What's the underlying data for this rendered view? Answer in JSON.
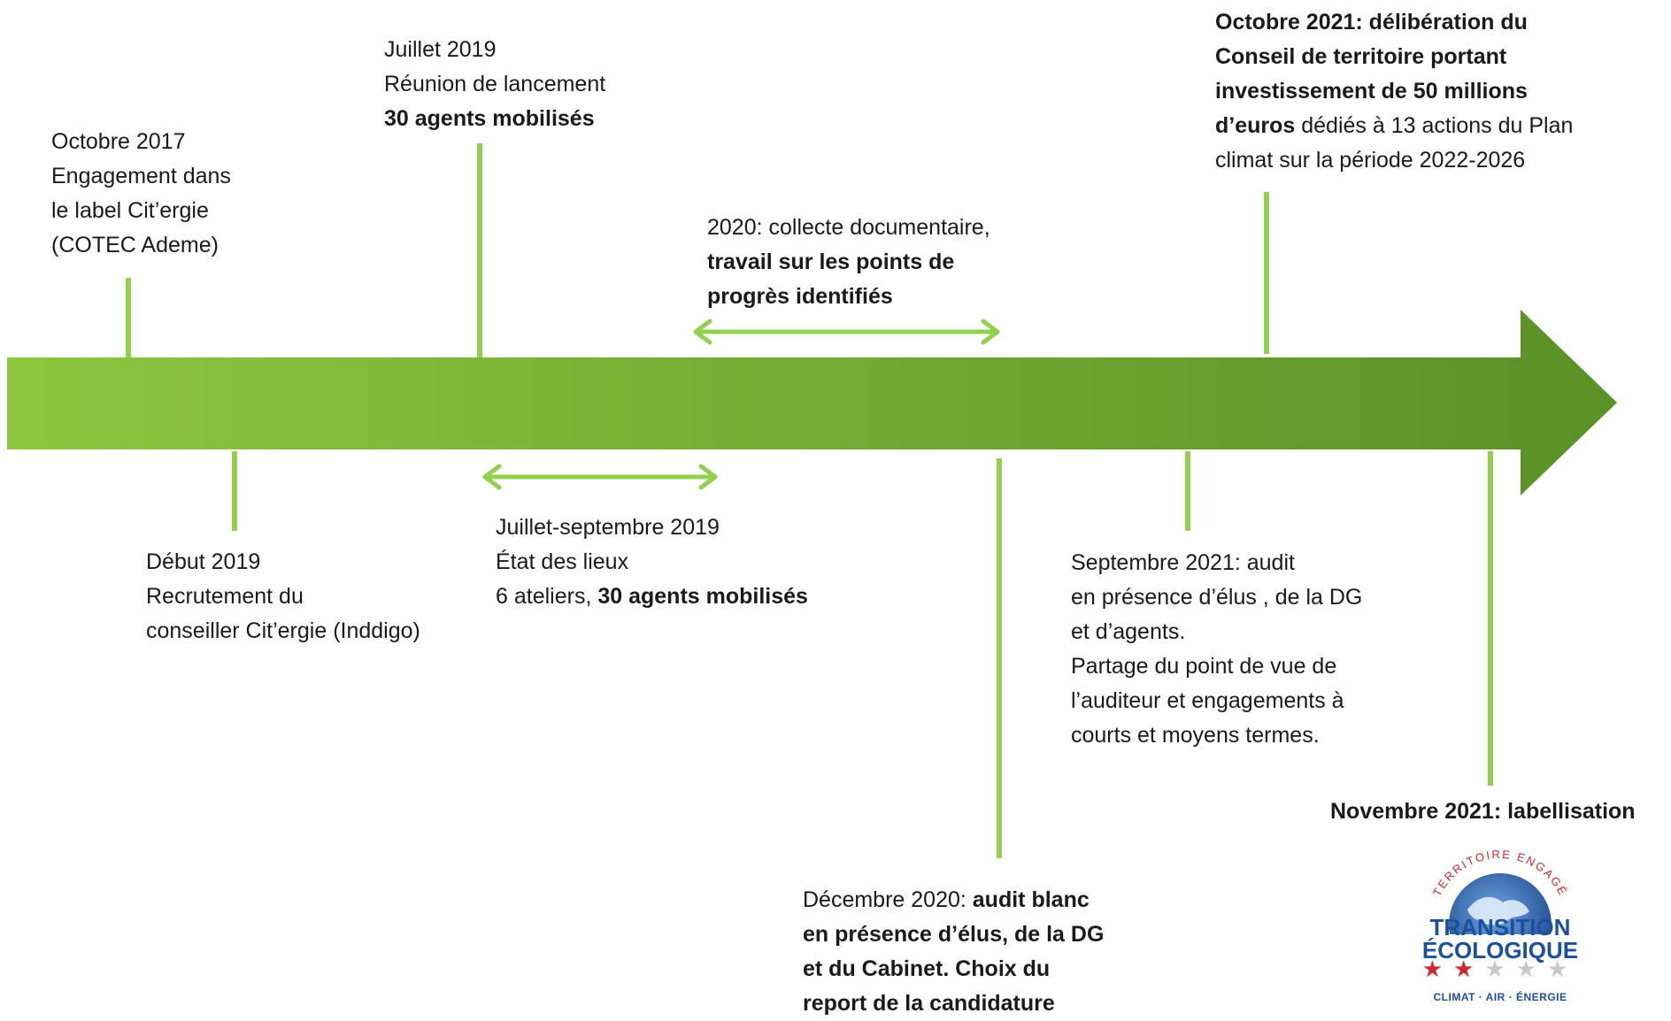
{
  "colors": {
    "arrow_light": "#8dc63f",
    "arrow_dark": "#5a9128",
    "tick": "#92d050",
    "logo_blue": "#1c4f9c",
    "star_red": "#d22630",
    "star_grey": "#c8c8c8"
  },
  "events": {
    "oct2017": {
      "date": "Octobre 2017",
      "line2": "Engagement dans",
      "line3": "le label Cit’ergie",
      "line4": "(COTEC Ademe)"
    },
    "debut2019": {
      "date": "Début 2019",
      "line2": "Recrutement du",
      "line3": "conseiller Cit’ergie (Inddigo)"
    },
    "juil2019": {
      "date": "Juillet 2019",
      "line2": "Réunion de lancement",
      "line3": "30 agents mobilisés"
    },
    "juilsept2019": {
      "date": "Juillet-septembre 2019",
      "line2": "État des lieux",
      "line3_prefix": "6 ateliers, ",
      "line3_bold": "30 agents mobilisés"
    },
    "y2020": {
      "date": "2020: collecte documentaire,",
      "bold1": "travail sur les points de",
      "bold2": "progrès identifiés"
    },
    "dec2020": {
      "date": "Décembre 2020: ",
      "bold0": "audit blanc",
      "bold1": "en présence d’élus, de la DG",
      "bold2": "et du Cabinet. Choix du",
      "bold3": "report de la candidature"
    },
    "sept2021": {
      "date": "Septembre 2021: audit",
      "line2": "en présence d’élus , de la DG",
      "line3": "et d’agents.",
      "line4": "Partage du point de vue de",
      "line5": "l’auditeur et engagements à",
      "line6": "courts et moyens termes."
    },
    "oct2021": {
      "bold1": "Octobre 2021: délibération  du",
      "bold2": "Conseil de territoire portant",
      "bold3": "investissement de 50 millions",
      "bold4": "d’euros",
      "rest4": " dédiés à 13 actions du Plan",
      "line5": "climat sur la période 2022-2026"
    },
    "nov2021": {
      "label": "Novembre 2021: labellisation"
    }
  },
  "logo": {
    "arc_text": "TERRITOIRE ENGAGÉ",
    "title1": "TRANSITION",
    "title2": "ÉCOLOGIQUE",
    "stars_filled": 2,
    "stars_total": 5,
    "subtitle": "CLIMAT · AIR · ÉNERGIE"
  }
}
